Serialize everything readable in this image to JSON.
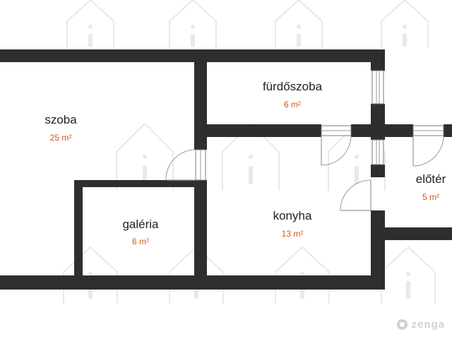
{
  "accent_color": "#d35a1e",
  "wall_color": "#2e2e2e",
  "rooms": [
    {
      "name": "szoba",
      "area": "25 m²"
    },
    {
      "name": "fürdőszoba",
      "area": "6 m²"
    },
    {
      "name": "előtér",
      "area": "5 m²"
    },
    {
      "name": "konyha",
      "area": "13 m²"
    },
    {
      "name": "galéria",
      "area": "6 m²"
    }
  ],
  "watermark": {
    "brand": "zenga",
    "icon": "zenga-logo-icon"
  }
}
